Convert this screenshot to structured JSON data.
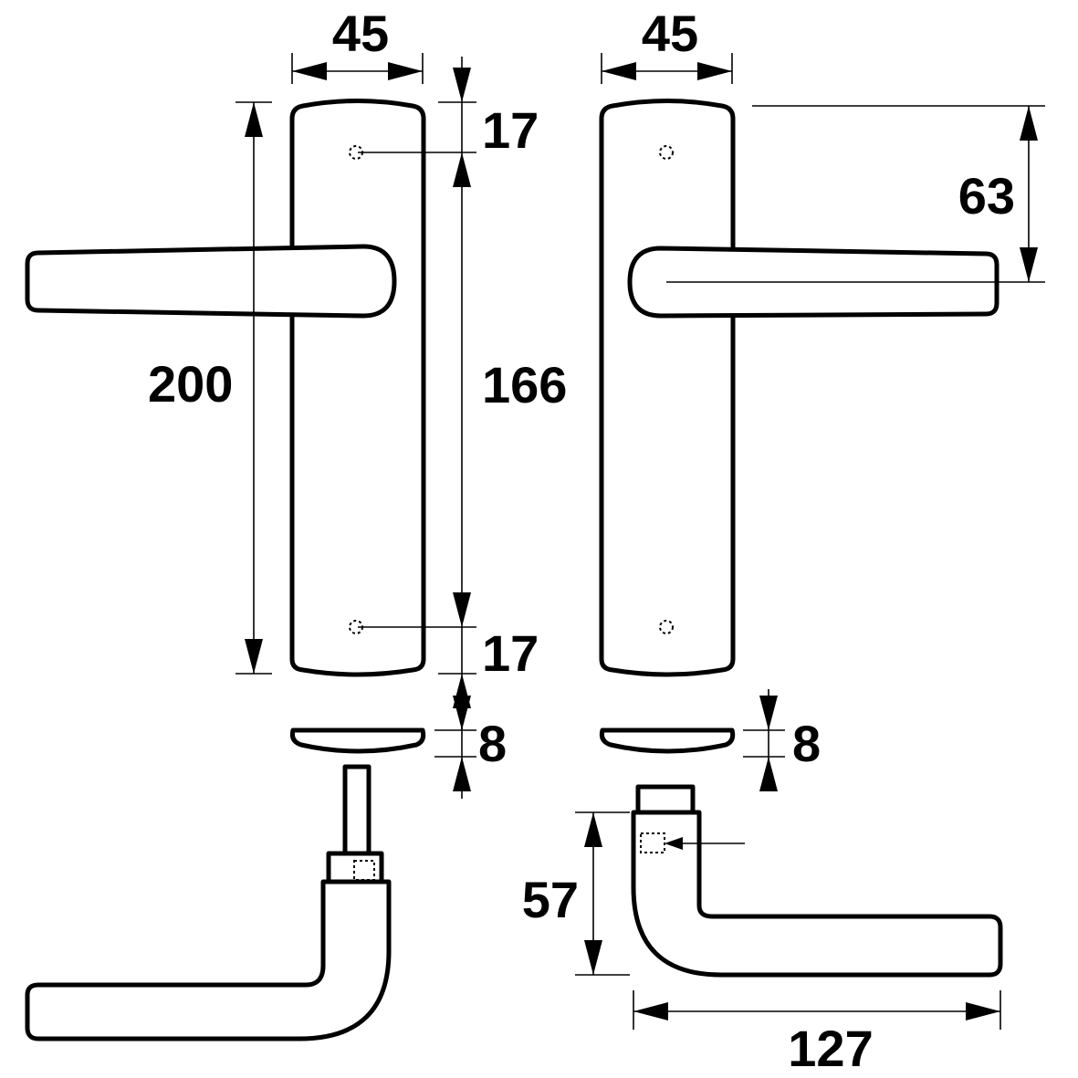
{
  "dimensions": {
    "left_width": "45",
    "right_width": "45",
    "top_hole_offset": "17",
    "bottom_hole_offset": "17",
    "hole_spacing": "166",
    "plate_height": "200",
    "lever_height_from_top": "63",
    "left_plate_thickness": "8",
    "right_plate_thickness": "8",
    "lever_depth": "57",
    "lever_length": "127"
  },
  "colors": {
    "line": "#000000",
    "background": "#ffffff"
  }
}
